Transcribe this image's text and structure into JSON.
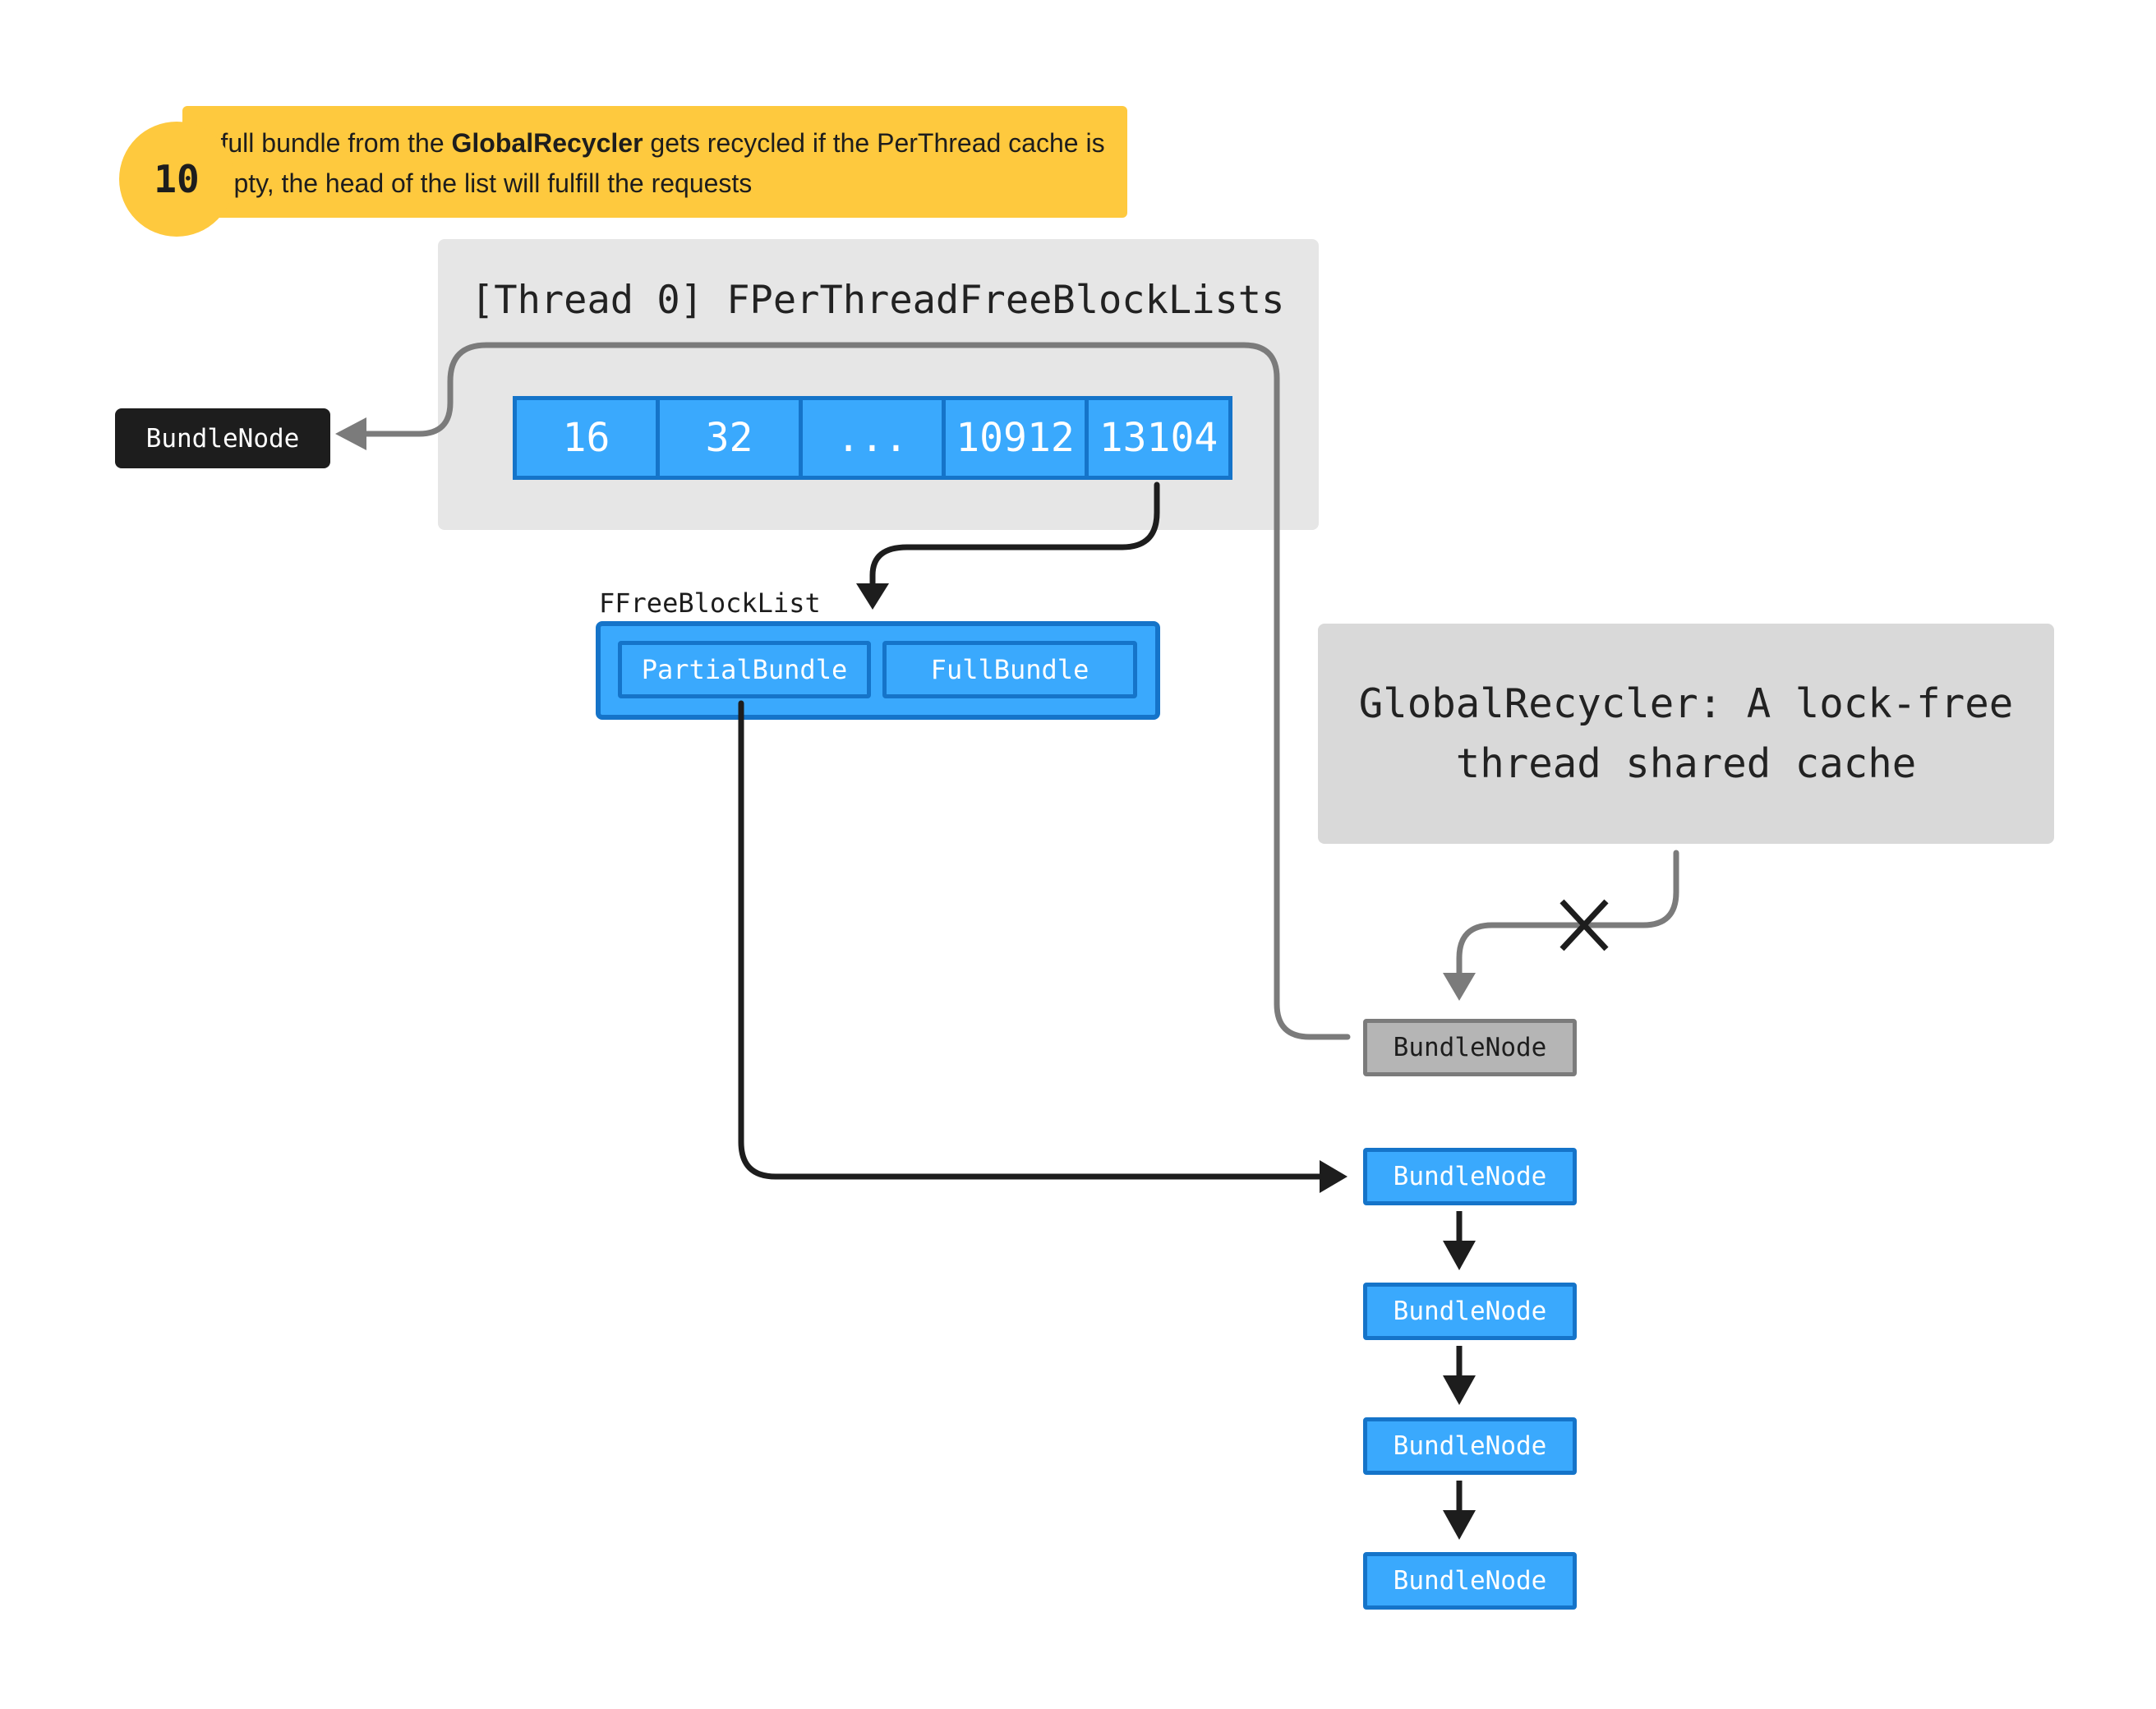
{
  "callout": {
    "step": "10",
    "text_part1": "A full bundle from the ",
    "text_bold": "GlobalRecycler",
    "text_part2": " gets recycled if the PerThread cache is empty, the head of the list will fulfill the requests"
  },
  "thread_panel": {
    "title": "[Thread 0] FPerThreadFreeBlockLists",
    "cells": [
      "16",
      "32",
      "...",
      "10912",
      "13104"
    ]
  },
  "free_block_list": {
    "label": "FFreeBlockList",
    "partial": "PartialBundle",
    "full": "FullBundle"
  },
  "global_recycler": {
    "line1": "GlobalRecycler: A lock-free",
    "line2": "thread shared cache"
  },
  "nodes": {
    "left_node": "BundleNode",
    "recycled_node": "BundleNode",
    "chain": [
      "BundleNode",
      "BundleNode",
      "BundleNode",
      "BundleNode"
    ]
  },
  "colors": {
    "callout": "#fec93e",
    "cell_fill": "#3aa9fd",
    "cell_border": "#1574c9",
    "panel": "#e6e6e6",
    "global_panel": "#d9d9d9",
    "gray_arrow": "#7b7b7b",
    "dark_arrow": "#1d1d1d"
  }
}
